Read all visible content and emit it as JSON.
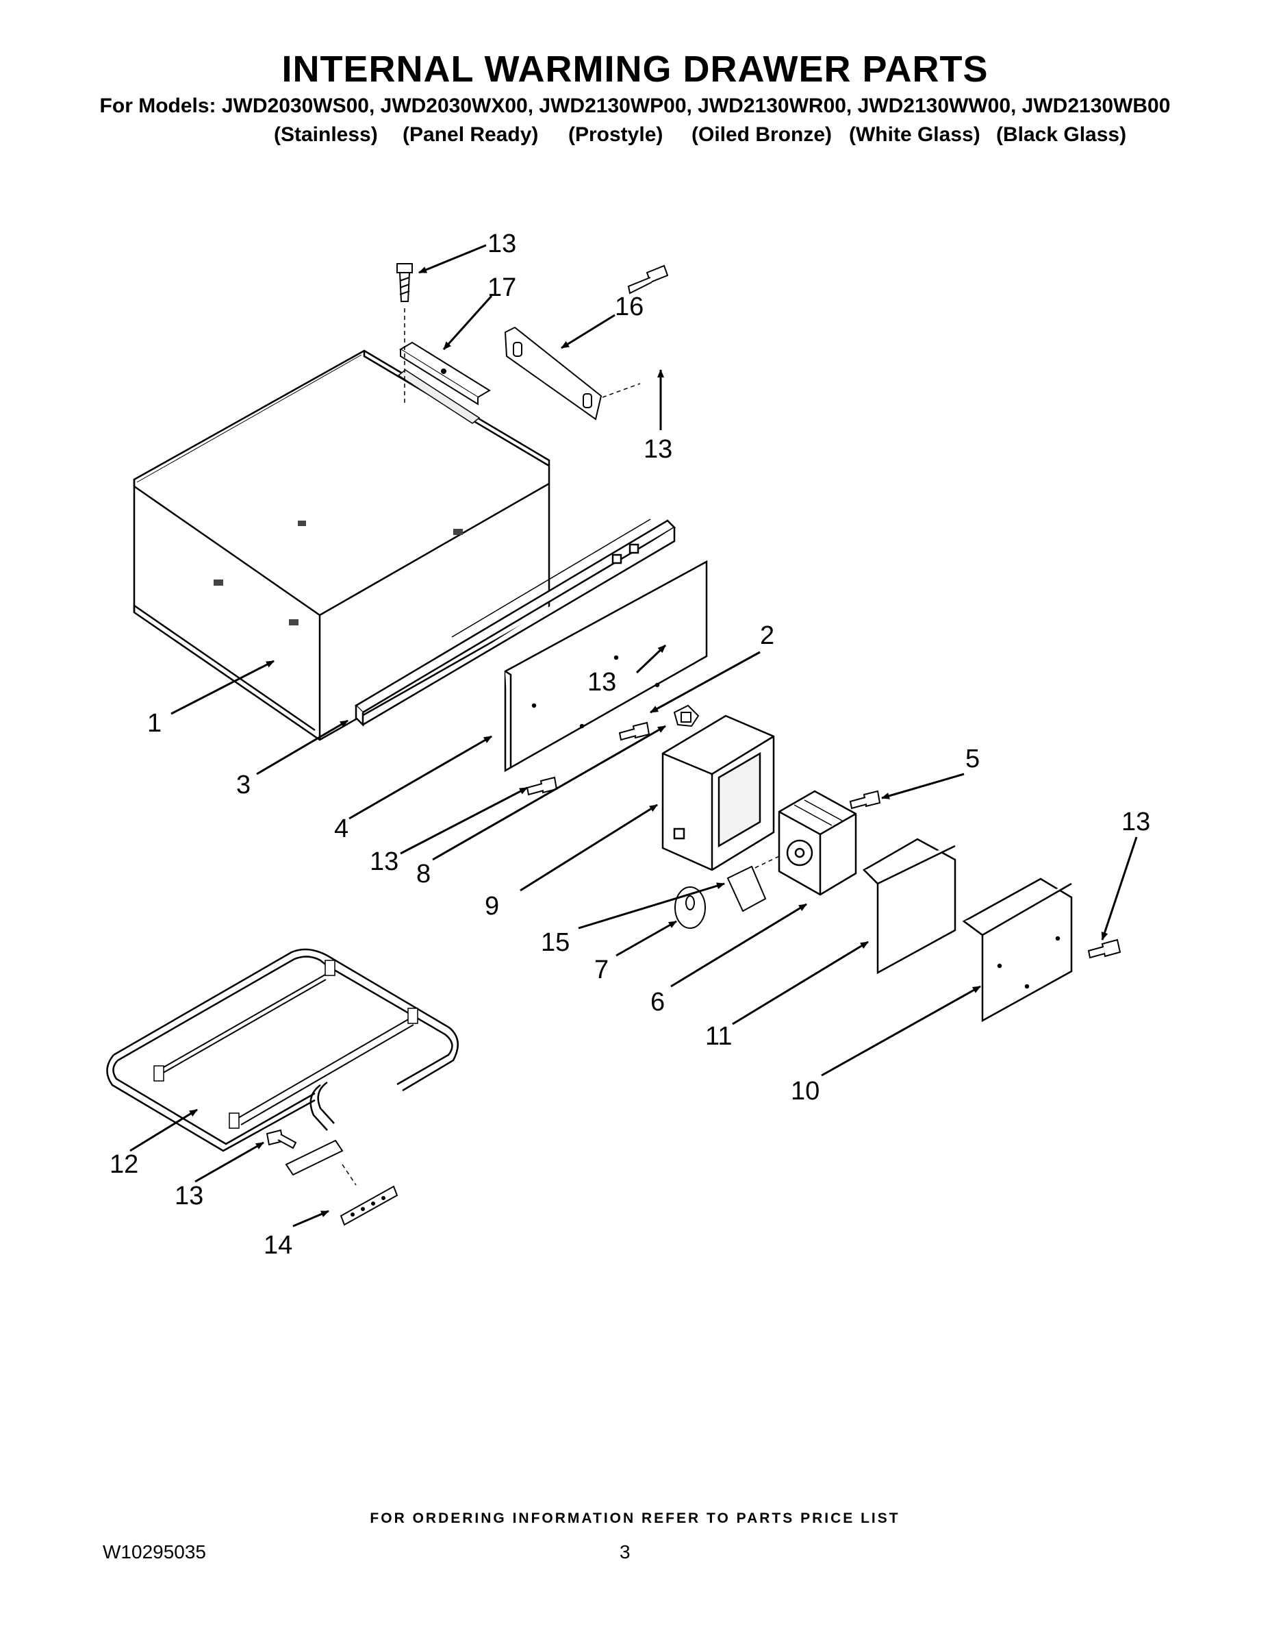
{
  "header": {
    "title": "INTERNAL WARMING DRAWER PARTS",
    "models_line": "For Models: JWD2030WS00, JWD2030WX00, JWD2130WP00, JWD2130WR00, JWD2130WW00, JWD2130WB00",
    "finishes": [
      "(Stainless)",
      "(Panel Ready)",
      "(Prostyle)",
      "(Oiled Bronze)",
      "(White Glass)",
      "(Black Glass)"
    ]
  },
  "callouts": [
    "13",
    "17",
    "16",
    "13",
    "2",
    "13",
    "1",
    "3",
    "4",
    "13",
    "8",
    "9",
    "5",
    "13",
    "15",
    "7",
    "6",
    "11",
    "10",
    "12",
    "13",
    "14"
  ],
  "footer": {
    "ordering_note": "FOR ORDERING INFORMATION REFER TO PARTS PRICE LIST",
    "doc_id": "W10295035",
    "page_number": "3"
  }
}
